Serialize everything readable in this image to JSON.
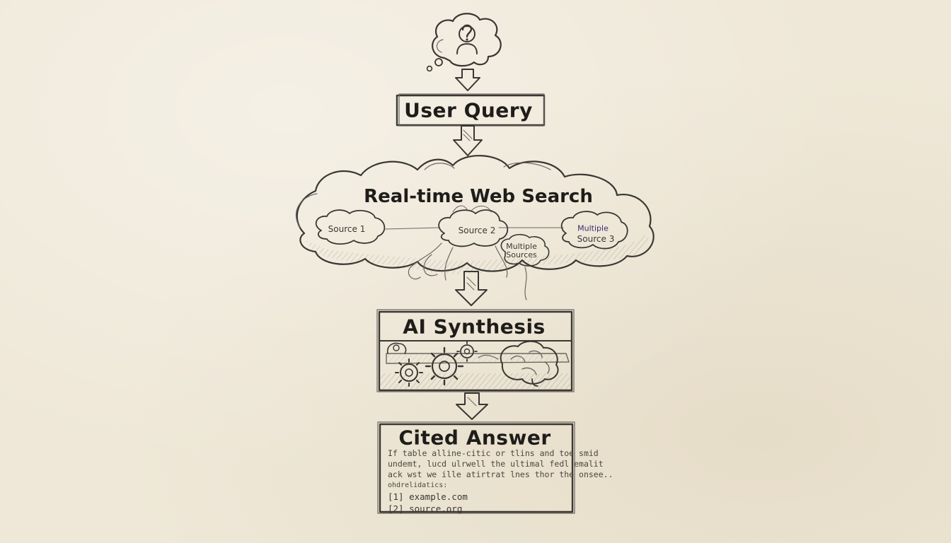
{
  "nodes": {
    "user_query": {
      "label": "User Query",
      "icon": "thinking-head-question-icon"
    },
    "web_search": {
      "label": "Real-time Web Search",
      "sources": [
        "Source 1",
        "Source 2",
        "Source 3"
      ],
      "multiple_sources_label": "Multiple Sources",
      "source3_overlay": "Multiple"
    },
    "ai_synthesis": {
      "label": "AI Synthesis",
      "icons": [
        "gear-icon",
        "brain-icon"
      ]
    },
    "cited_answer": {
      "label": "Cited Answer",
      "body_lines": [
        "If table alline-citic or tlins and toe smid",
        "undemt, lucd ulrwell the ultimal fedl emalit",
        "ack wst we ille atirtrat lnes thor the onsee..",
        "ohdrelidatics:"
      ],
      "citations": [
        "[1]  example.com",
        "[2]  source.org"
      ]
    }
  },
  "colors": {
    "paper": "#efe8d8",
    "ink": "#3a3733",
    "accent_ink": "#3b2a6b"
  }
}
